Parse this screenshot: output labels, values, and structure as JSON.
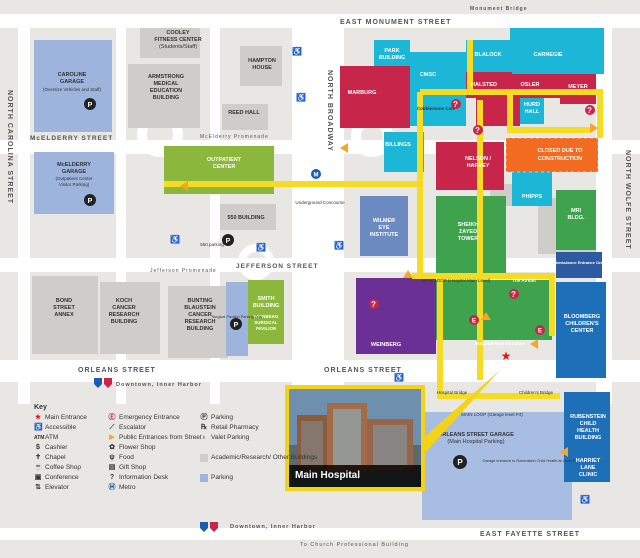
{
  "streets": {
    "east_monument": "EAST MONUMENT STREET",
    "monument_bridge": "Monument Bridge",
    "north_carolina": "NORTH CAROLINA STREET",
    "north_broadway": "NORTH BROADWAY",
    "north_wolfe": "NORTH WOLFE STREET",
    "mcelderry": "McELDERRY STREET",
    "mcelderry_promenade": "McElderry Promenade",
    "jefferson": "JEFFERSON STREET",
    "jefferson_promenade": "Jefferson Promenade",
    "orleans": "ORLEANS STREET",
    "orleans2": "ORLEANS STREET",
    "east_fayette": "EAST FAYETTE STREET",
    "downtown1": "Downtown, Inner Harbor",
    "downtown2": "Downtown, Inner Harbor",
    "church": "To Church Professional Building",
    "hwy": "40"
  },
  "buildings": {
    "cooley": "COOLEY FITNESS CENTER (Students/Staff)",
    "cooley1": "COOLEY",
    "cooley2": "FITNESS CENTER",
    "cooley3": "(Students/Staff)",
    "hampton1": "HAMPTON",
    "hampton2": "HOUSE",
    "caroline1": "CAROLINE",
    "caroline2": "GARAGE",
    "caroline3": "(Oversize Vehicles and Staff)",
    "armstrong1": "ARMSTRONG",
    "armstrong2": "MEDICAL",
    "armstrong3": "EDUCATION",
    "armstrong4": "BUILDING",
    "reed": "REED HALL",
    "mcgar1": "McELDERRY",
    "mcgar2": "GARAGE",
    "mcgar3": "(Outpatient Center",
    "mcgar4": "Visitor Parking)",
    "outpatient1": "OUTPATIENT",
    "outpatient2": "CENTER",
    "b550": "550 BUILDING",
    "parking550": "550 parking",
    "underground": "Underground Concourse",
    "bond1": "BOND",
    "bond2": "STREET",
    "bond3": "ANNEX",
    "koch1": "KOCH",
    "koch2": "CANCER",
    "koch3": "RESEARCH",
    "koch4": "BUILDING",
    "bunting1": "BUNTING",
    "bunting2": "BLAUSTEIN",
    "bunting3": "CANCER",
    "bunting4": "RESEARCH",
    "bunting5": "BUILDING",
    "smith1": "SMITH",
    "smith2": "BUILDING",
    "smith3": "WEINBERG",
    "smith4": "SURGICAL",
    "smith5": "PAVILION",
    "park1": "PARK",
    "park2": "BUILDING",
    "marburg": "MARBURG",
    "cmsc": "CMSC",
    "blalock": "BLALOCK",
    "carnegie": "CARNEGIE",
    "halsted": "HALSTED",
    "osler": "OSLER",
    "meyer": "MEYER",
    "hurd1": "HURD",
    "hurd2": "HALL",
    "cobblestone": "Cobblestone Café",
    "billings": "BILLINGS",
    "nelson1": "NELSON /",
    "nelson2": "HARVEY",
    "closed1": "CLOSED DUE TO",
    "closed2": "CONSTRUCTION",
    "phipps": "PHIPPS",
    "mri1": "MRI",
    "mri2": "BLDG.",
    "wilmer1": "WILMER",
    "wilmer2": "EYE",
    "wilmer3": "INSTITUTE",
    "sheikh1": "SHEIKH",
    "sheikh2": "ZAYED",
    "sheikh3": "TOWER",
    "ambulance": "Ambulance Entrance Only",
    "bloom1": "BLOOMBERG",
    "bloom2": "CHILDREN'S",
    "bloom3": "CENTER",
    "weinberg": "WEINBERG",
    "mainloop": "MAIN LOOP (Hospital Main Level)",
    "atrium": "The Atrium",
    "mainentrance": "Hospital Main Entrance",
    "childbridge": "Children's Bridge",
    "hospbridge": "Hospital Bridge",
    "mainloop2": "MAIN LOOP (Garage level P4)",
    "olgar1": "ORLEANS STREET GARAGE",
    "olgar2": "(Main Hospital Parking)",
    "garage_note": "Garage entrance to Rubenstein Child Health at Level P1",
    "rub1": "RUBENSTEIN",
    "rub2": "CHILD",
    "rub3": "HEALTH",
    "rub4": "BUILDING",
    "harriet1": "HARRIET",
    "harriet2": "LANE",
    "harriet3": "CLINIC",
    "surgical_parking": "Surgical Pavilion Parking Only"
  },
  "inset": {
    "caption": "Main Hospital"
  },
  "legend": {
    "title": "Key",
    "col1": [
      "Main Entrance",
      "Accessible",
      "ATM",
      "Cashier",
      "Chapel",
      "Coffee Shop",
      "Conference",
      "Elevator"
    ],
    "col2": [
      "Emergency Entrance",
      "Escalator",
      "Public Entrances from Street",
      "Flower Shop",
      "Food",
      "Gift Shop",
      "Information Desk",
      "Metro"
    ],
    "col3": [
      "Parking",
      "Retail Pharmacy",
      "Valet Parking"
    ],
    "col4": [
      "Academic/Research/ Other Buildings",
      "Parking"
    ]
  },
  "colors": {
    "road": "#ffffff",
    "block": "#cfcdc9",
    "path": "#f5dc22",
    "green": "#3fa34d",
    "lime": "#8bb83c",
    "teal": "#1cb7d6",
    "red": "#c8254a",
    "purple": "#6a3096",
    "blue": "#1d6fb8",
    "lightblue": "#9db4dd",
    "orange": "#f26b21"
  }
}
